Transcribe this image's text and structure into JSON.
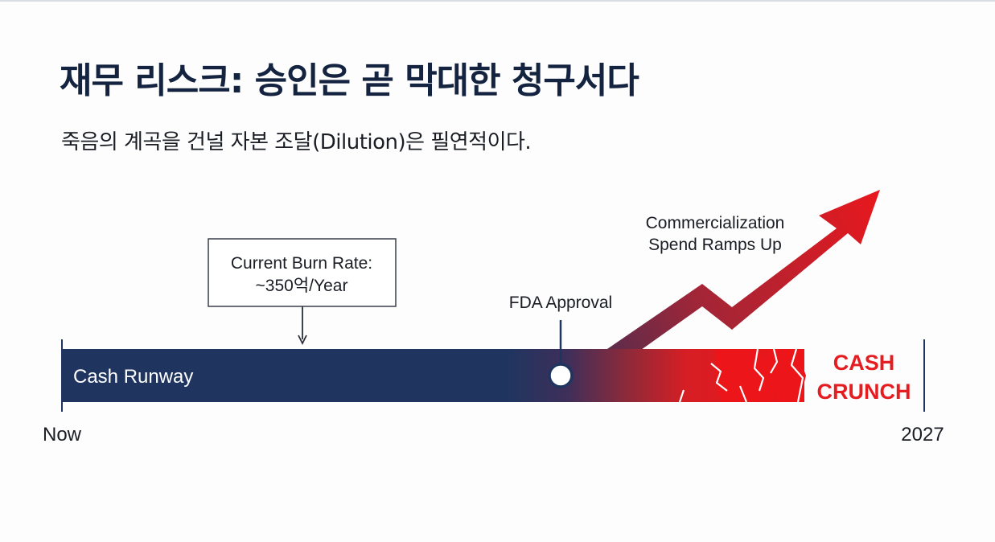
{
  "title": "재무 리스크: 승인은 곧 막대한 청구서다",
  "subtitle": "죽음의 계곡을 건널 자본 조달(Dilution)은 필연적이다.",
  "timeline": {
    "start_label": "Now",
    "end_label": "2027",
    "bar_label": "Cash Runway"
  },
  "callouts": {
    "burn_rate": {
      "line1": "Current Burn Rate:",
      "line2": "~350억/Year"
    },
    "fda": "FDA Approval",
    "spend": {
      "line1": "Commercialization",
      "line2": "Spend Ramps Up"
    },
    "crunch": {
      "line1": "CASH",
      "line2": "CRUNCH"
    }
  },
  "colors": {
    "navy": "#1f3560",
    "red": "#e8141c",
    "title": "#14233f",
    "crunch_text": "#e51d20"
  }
}
